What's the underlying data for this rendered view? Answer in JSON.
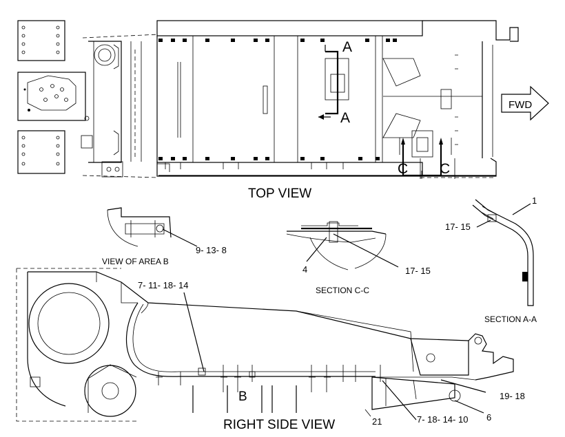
{
  "views": {
    "top_view": "TOP VIEW",
    "right_side_view": "RIGHT SIDE VIEW",
    "view_of_area_b": "VIEW OF AREA B",
    "section_c_c": "SECTION C-C",
    "section_a_a": "SECTION A-A"
  },
  "arrow": {
    "fwd": "FWD"
  },
  "section_markers": {
    "a_top": "A",
    "a_bottom": "A",
    "c_left": "C",
    "c_right": "C",
    "b": "B"
  },
  "callouts": {
    "c1": "1",
    "c17_15_a": "17- 15",
    "c9_13_8": "9- 13- 8",
    "c4": "4",
    "c17_15_c": "17- 15",
    "c7_11_18_14": "7- 11- 18- 14",
    "c19_18": "19- 18",
    "c6": "6",
    "c7_18_14_10": "7- 18- 14- 10",
    "c21": "21"
  }
}
